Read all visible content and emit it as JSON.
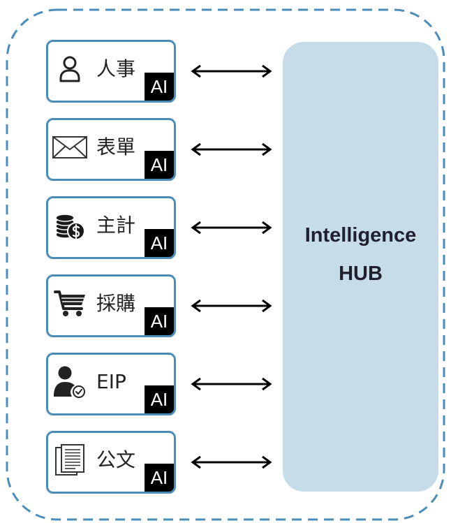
{
  "colors": {
    "border": "#4a8dba",
    "hub_fill": "#c6dce8",
    "badge_fill": "#000000",
    "badge_text": "#ffffff",
    "arrow": "#000000"
  },
  "modules": [
    {
      "label": "人事",
      "icon": "person-icon",
      "badge": "AI"
    },
    {
      "label": "表單",
      "icon": "envelope-icon",
      "badge": "AI"
    },
    {
      "label": "主計",
      "icon": "coins-icon",
      "badge": "AI"
    },
    {
      "label": "採購",
      "icon": "shopping-cart-icon",
      "badge": "AI"
    },
    {
      "label": "EIP",
      "icon": "user-check-icon",
      "badge": "AI"
    },
    {
      "label": "公文",
      "icon": "documents-icon",
      "badge": "AI"
    }
  ],
  "hub": {
    "title_line1": "Intelligence",
    "title_line2": "HUB"
  }
}
